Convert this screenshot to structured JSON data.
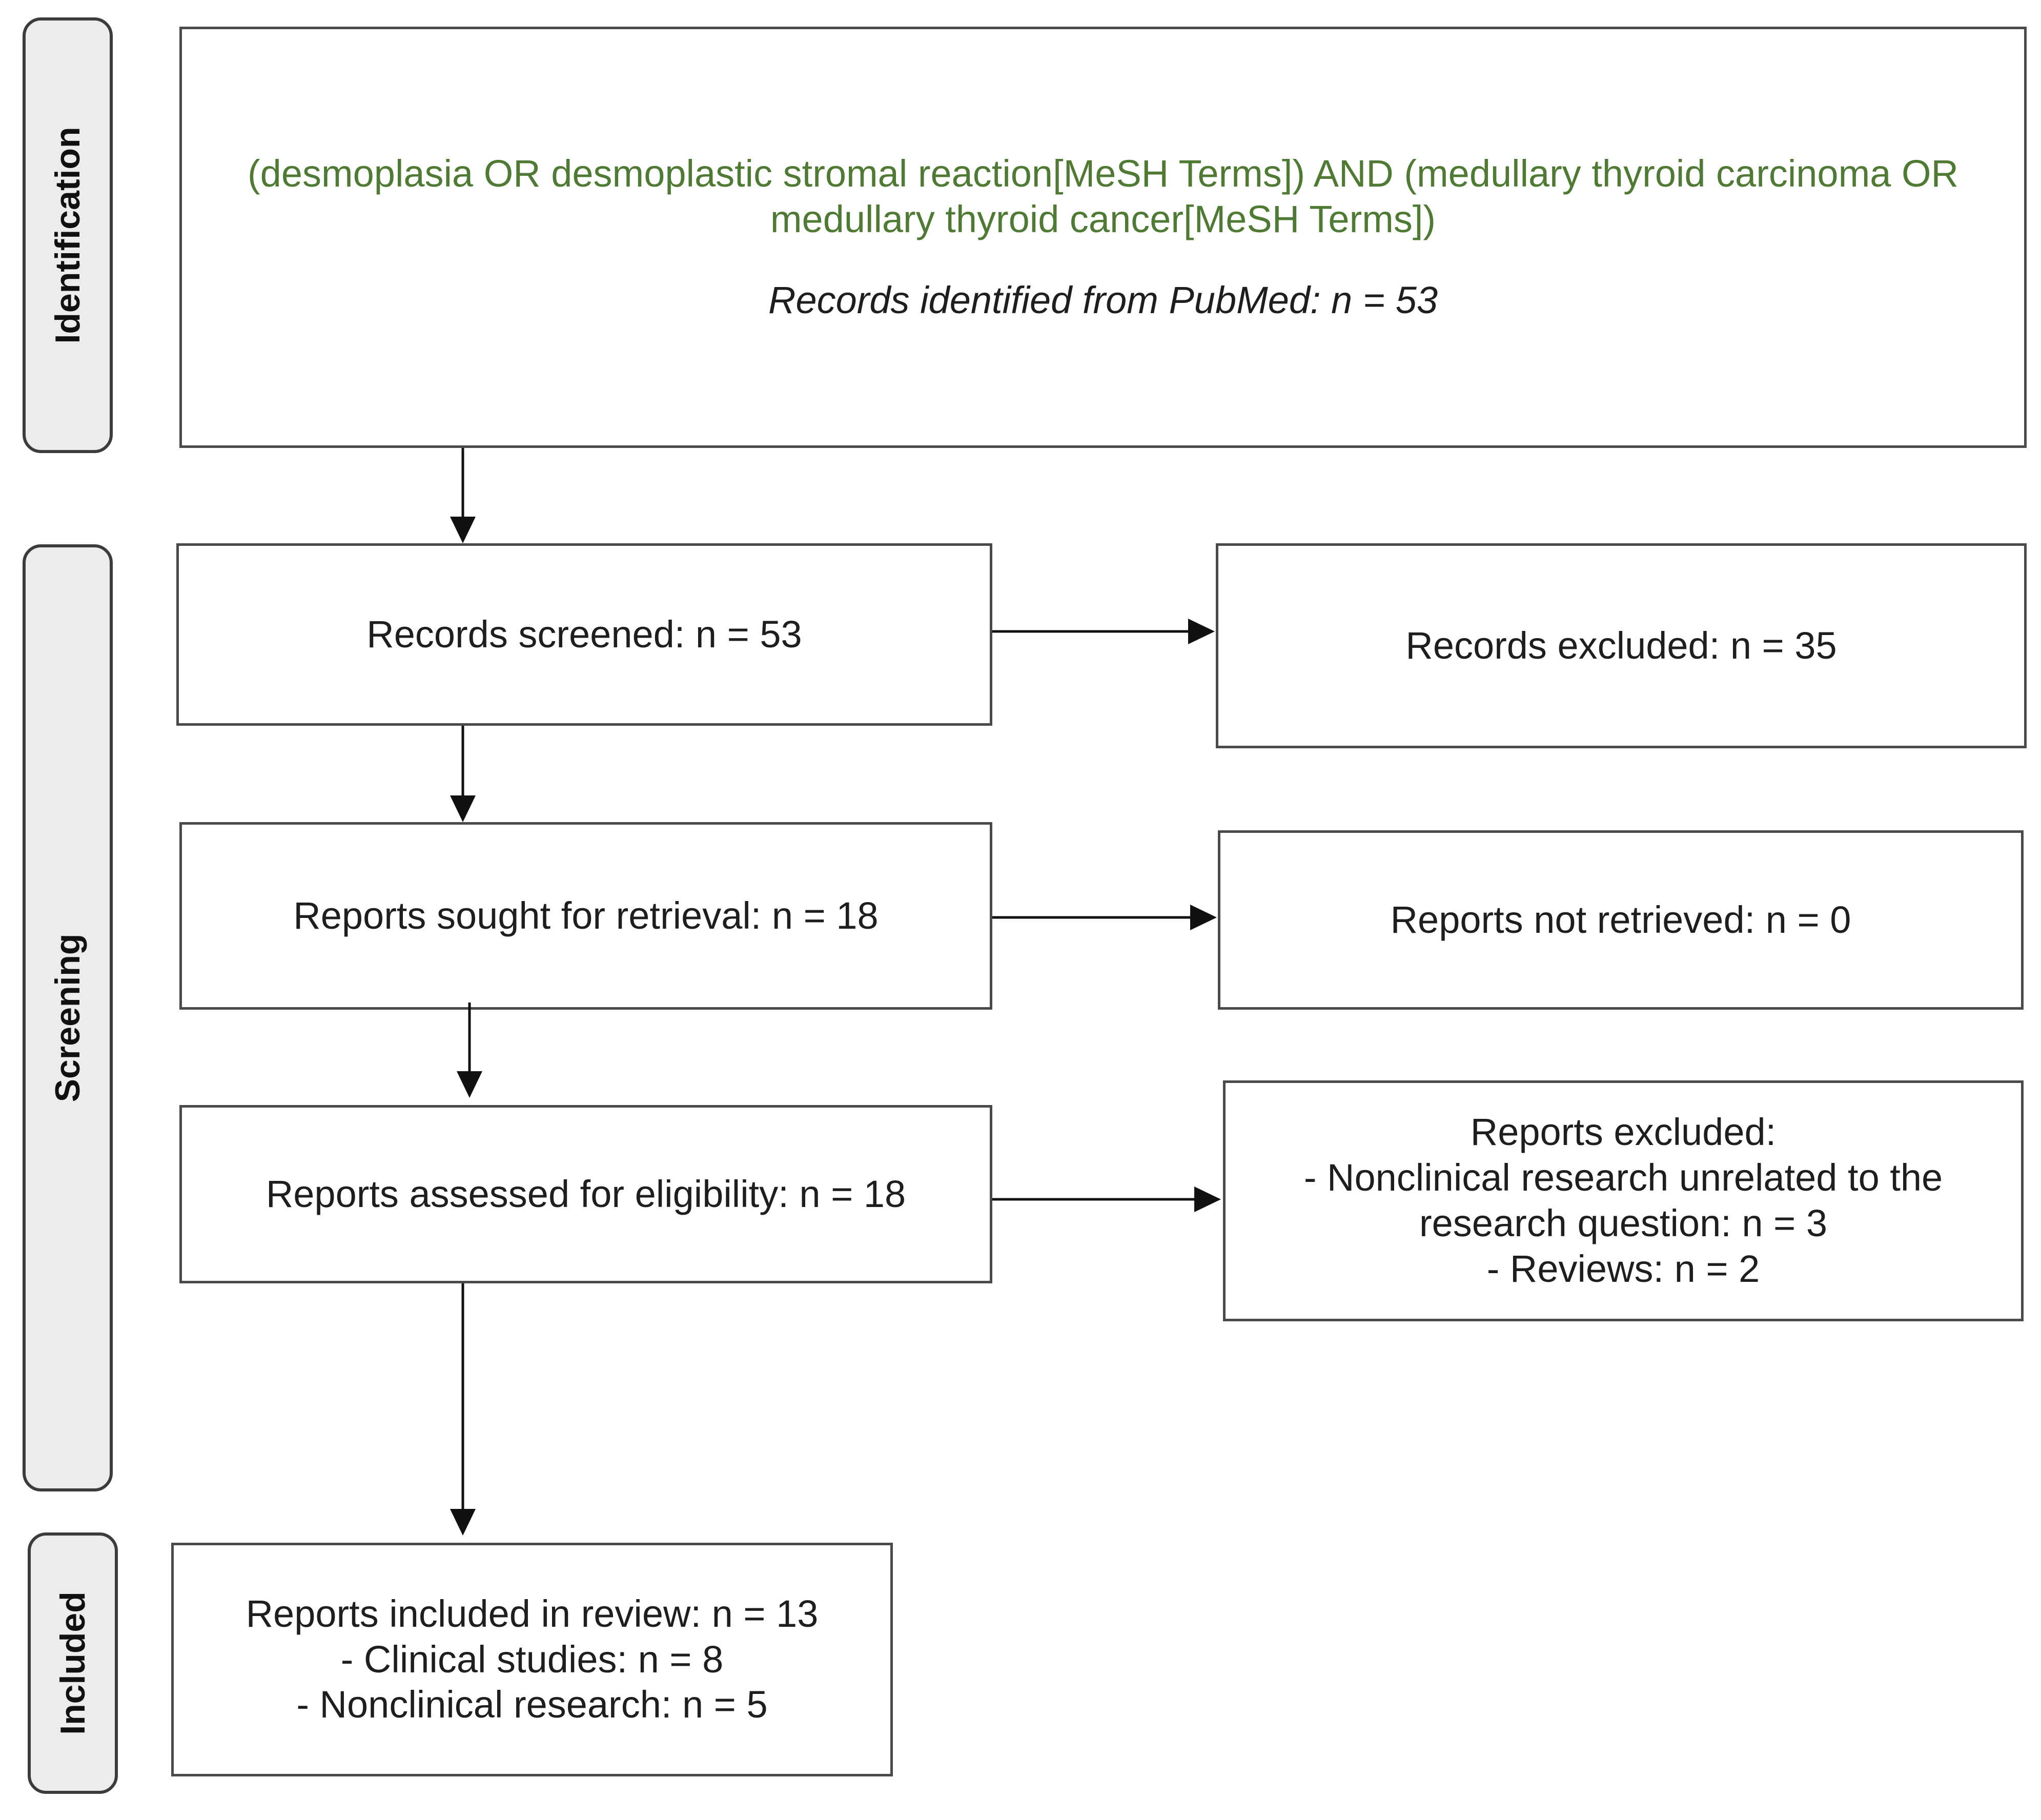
{
  "stages": {
    "identification": "Identification",
    "screening": "Screening",
    "included": "Included"
  },
  "identification": {
    "query_line1": "(desmoplasia OR desmoplastic stromal reaction[MeSH Terms]) AND (medullary thyroid carcinoma OR",
    "query_line2": "medullary thyroid cancer[MeSH Terms])",
    "records_identified": "Records identified from PubMed: n = 53"
  },
  "screening": {
    "records_screened": "Records screened: n = 53",
    "records_excluded": "Records excluded: n = 35",
    "reports_sought": "Reports sought for retrieval: n = 18",
    "reports_not_retrieved": "Reports not retrieved: n = 0",
    "reports_assessed": "Reports assessed for eligibility: n = 18",
    "reports_excluded": {
      "title": "Reports excluded:",
      "line1": "- Nonclinical research unrelated to the",
      "line2": "research question: n = 3",
      "line3": "- Reviews: n = 2"
    }
  },
  "included": {
    "title": "Reports included in review: n = 13",
    "line1": "- Clinical studies: n = 8",
    "line2": "- Nonclinical research: n = 5"
  },
  "colors": {
    "query_text": "#4f7a33",
    "stage_fill": "#ececec",
    "border": "#4a4a4a"
  }
}
